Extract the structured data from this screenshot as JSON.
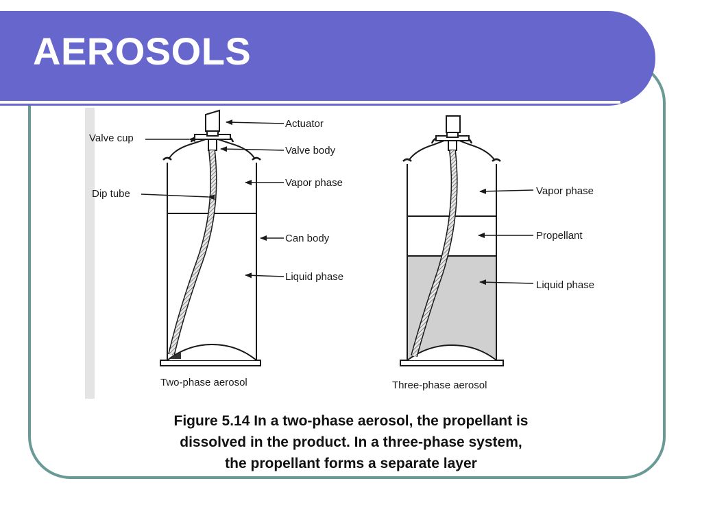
{
  "slide": {
    "title": "AEROSOLS"
  },
  "figure": {
    "two_phase": {
      "caption": "Two-phase aerosol",
      "labels": {
        "actuator": "Actuator",
        "valve_cup": "Valve cup",
        "valve_body": "Valve body",
        "vapor_phase": "Vapor phase",
        "dip_tube": "Dip tube",
        "can_body": "Can body",
        "liquid_phase": "Liquid phase"
      }
    },
    "three_phase": {
      "caption": "Three-phase aerosol",
      "labels": {
        "vapor_phase": "Vapor phase",
        "propellant": "Propellant",
        "liquid_phase": "Liquid phase"
      }
    }
  },
  "caption": {
    "line1": "Figure 5.14  In a two-phase aerosol, the propellant is",
    "line2": "dissolved in the product. In a three-phase system,",
    "line3": "the propellant forms a separate layer"
  },
  "colors": {
    "title_bar": "#6666cc",
    "frame_border": "#6a9a96",
    "liquid_fill": "#d0d0d0"
  }
}
